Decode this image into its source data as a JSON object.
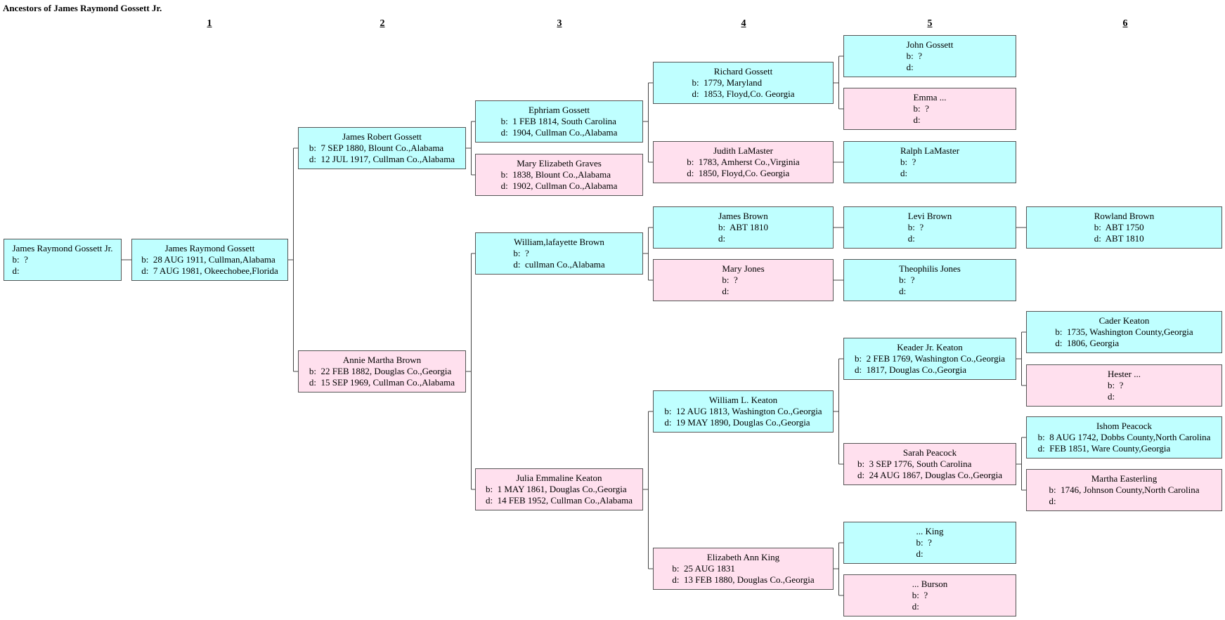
{
  "title": "Ancestors of James Raymond Gossett Jr.",
  "generation_headers": [
    "1",
    "2",
    "3",
    "4",
    "5",
    "6"
  ],
  "people": [
    {
      "id": "p1",
      "name": "James Raymond Gossett Jr.",
      "birth": "?",
      "death": "",
      "sex": "male"
    },
    {
      "id": "p2",
      "name": "James Raymond Gossett",
      "birth": "28 AUG 1911, Cullman,Alabama",
      "death": "7 AUG 1981, Okeechobee,Florida",
      "sex": "male"
    },
    {
      "id": "p3",
      "name": "James Robert Gossett",
      "birth": "7 SEP 1880, Blount Co.,Alabama",
      "death": "12 JUL 1917, Cullman Co.,Alabama",
      "sex": "male"
    },
    {
      "id": "p4",
      "name": "Annie Martha Brown",
      "birth": "22 FEB 1882, Douglas Co.,Georgia",
      "death": "15 SEP 1969, Cullman Co.,Alabama",
      "sex": "female"
    },
    {
      "id": "p5",
      "name": "Ephriam Gossett",
      "birth": "1 FEB 1814, South Carolina",
      "death": "1904, Cullman Co.,Alabama",
      "sex": "male"
    },
    {
      "id": "p6",
      "name": "Mary Elizabeth Graves",
      "birth": "1838, Blount Co.,Alabama",
      "death": "1902, Cullman Co.,Alabama",
      "sex": "female"
    },
    {
      "id": "p7",
      "name": "William,lafayette Brown",
      "birth": "?",
      "death": "cullman Co.,Alabama",
      "sex": "male"
    },
    {
      "id": "p8",
      "name": "Julia Emmaline Keaton",
      "birth": "1 MAY 1861, Douglas Co.,Georgia",
      "death": "14 FEB 1952, Cullman Co.,Alabama",
      "sex": "female"
    },
    {
      "id": "p9",
      "name": "Richard Gossett",
      "birth": "1779, Maryland",
      "death": "1853, Floyd,Co. Georgia",
      "sex": "male"
    },
    {
      "id": "p10",
      "name": "Judith LaMaster",
      "birth": "1783, Amherst Co.,Virginia",
      "death": "1850, Floyd,Co. Georgia",
      "sex": "female"
    },
    {
      "id": "p11",
      "name": "James Brown",
      "birth": "ABT 1810",
      "death": "",
      "sex": "male"
    },
    {
      "id": "p12",
      "name": "Mary Jones",
      "birth": "?",
      "death": "",
      "sex": "female"
    },
    {
      "id": "p13",
      "name": "William L. Keaton",
      "birth": "12 AUG 1813, Washington Co.,Georgia",
      "death": "19 MAY 1890, Douglas Co.,Georgia",
      "sex": "male"
    },
    {
      "id": "p14",
      "name": "Elizabeth Ann King",
      "birth": "25 AUG 1831",
      "death": "13 FEB 1880, Douglas Co.,Georgia",
      "sex": "female"
    },
    {
      "id": "p15",
      "name": "John Gossett",
      "birth": "?",
      "death": "",
      "sex": "male"
    },
    {
      "id": "p16",
      "name": "Emma ...",
      "birth": "?",
      "death": "",
      "sex": "female"
    },
    {
      "id": "p17",
      "name": "Ralph LaMaster",
      "birth": "?",
      "death": "",
      "sex": "male"
    },
    {
      "id": "p18",
      "name": "Levi Brown",
      "birth": "?",
      "death": "",
      "sex": "male"
    },
    {
      "id": "p19",
      "name": "Theophilis Jones",
      "birth": "?",
      "death": "",
      "sex": "male"
    },
    {
      "id": "p20",
      "name": "Keader Jr. Keaton",
      "birth": "2 FEB 1769, Washington Co.,Georgia",
      "death": "1817, Douglas Co.,Georgia",
      "sex": "male"
    },
    {
      "id": "p21",
      "name": "Sarah Peacock",
      "birth": "3 SEP 1776, South Carolina",
      "death": "24 AUG 1867, Douglas Co.,Georgia",
      "sex": "female"
    },
    {
      "id": "p22",
      "name": "... King",
      "birth": "?",
      "death": "",
      "sex": "male"
    },
    {
      "id": "p23",
      "name": "... Burson",
      "birth": "?",
      "death": "",
      "sex": "female"
    },
    {
      "id": "p24",
      "name": "Rowland Brown",
      "birth": "ABT 1750",
      "death": "ABT 1810",
      "sex": "male"
    },
    {
      "id": "p25",
      "name": "Cader Keaton",
      "birth": "1735, Washington County,Georgia",
      "death": "1806, Georgia",
      "sex": "male"
    },
    {
      "id": "p26",
      "name": "Hester ...",
      "birth": "?",
      "death": "",
      "sex": "female"
    },
    {
      "id": "p27",
      "name": "Ishom Peacock",
      "birth": "8 AUG 1742, Dobbs County,North Carolina",
      "death": "FEB 1851, Ware County,Georgia",
      "sex": "male"
    },
    {
      "id": "p28",
      "name": "Martha Easterling",
      "birth": "1746, Johnson County,North Carolina",
      "death": "",
      "sex": "female"
    }
  ],
  "relations": [
    {
      "child": "p1",
      "parents": [
        "p2"
      ]
    },
    {
      "child": "p2",
      "parents": [
        "p3",
        "p4"
      ]
    },
    {
      "child": "p3",
      "parents": [
        "p5",
        "p6"
      ]
    },
    {
      "child": "p4",
      "parents": [
        "p7",
        "p8"
      ]
    },
    {
      "child": "p5",
      "parents": [
        "p9",
        "p10"
      ]
    },
    {
      "child": "p7",
      "parents": [
        "p11",
        "p12"
      ]
    },
    {
      "child": "p8",
      "parents": [
        "p13",
        "p14"
      ]
    },
    {
      "child": "p9",
      "parents": [
        "p15",
        "p16"
      ]
    },
    {
      "child": "p10",
      "parents": [
        "p17"
      ]
    },
    {
      "child": "p11",
      "parents": [
        "p18"
      ]
    },
    {
      "child": "p12",
      "parents": [
        "p19"
      ]
    },
    {
      "child": "p13",
      "parents": [
        "p20",
        "p21"
      ]
    },
    {
      "child": "p14",
      "parents": [
        "p22",
        "p23"
      ]
    },
    {
      "child": "p18",
      "parents": [
        "p24"
      ]
    },
    {
      "child": "p20",
      "parents": [
        "p25",
        "p26"
      ]
    },
    {
      "child": "p21",
      "parents": [
        "p27",
        "p28"
      ]
    }
  ],
  "labels": {
    "birth_prefix": "b:",
    "death_prefix": "d:"
  },
  "colors": {
    "male": "#bfffff",
    "female": "#ffe0ee",
    "border": "#555555",
    "line": "#444444"
  }
}
